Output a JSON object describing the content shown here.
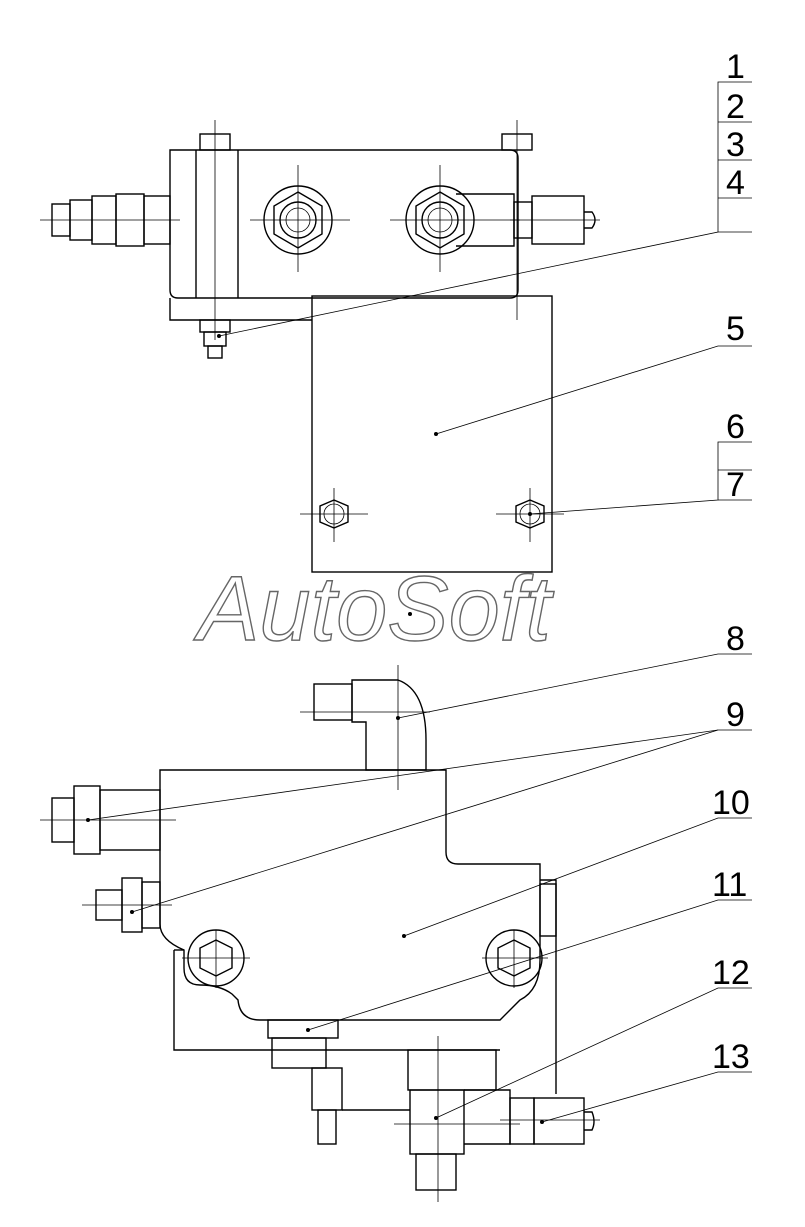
{
  "watermark": "AutoSoft",
  "labels": [
    "1",
    "2",
    "3",
    "4",
    "5",
    "6",
    "7",
    "8",
    "9",
    "10",
    "11",
    "12",
    "13"
  ]
}
